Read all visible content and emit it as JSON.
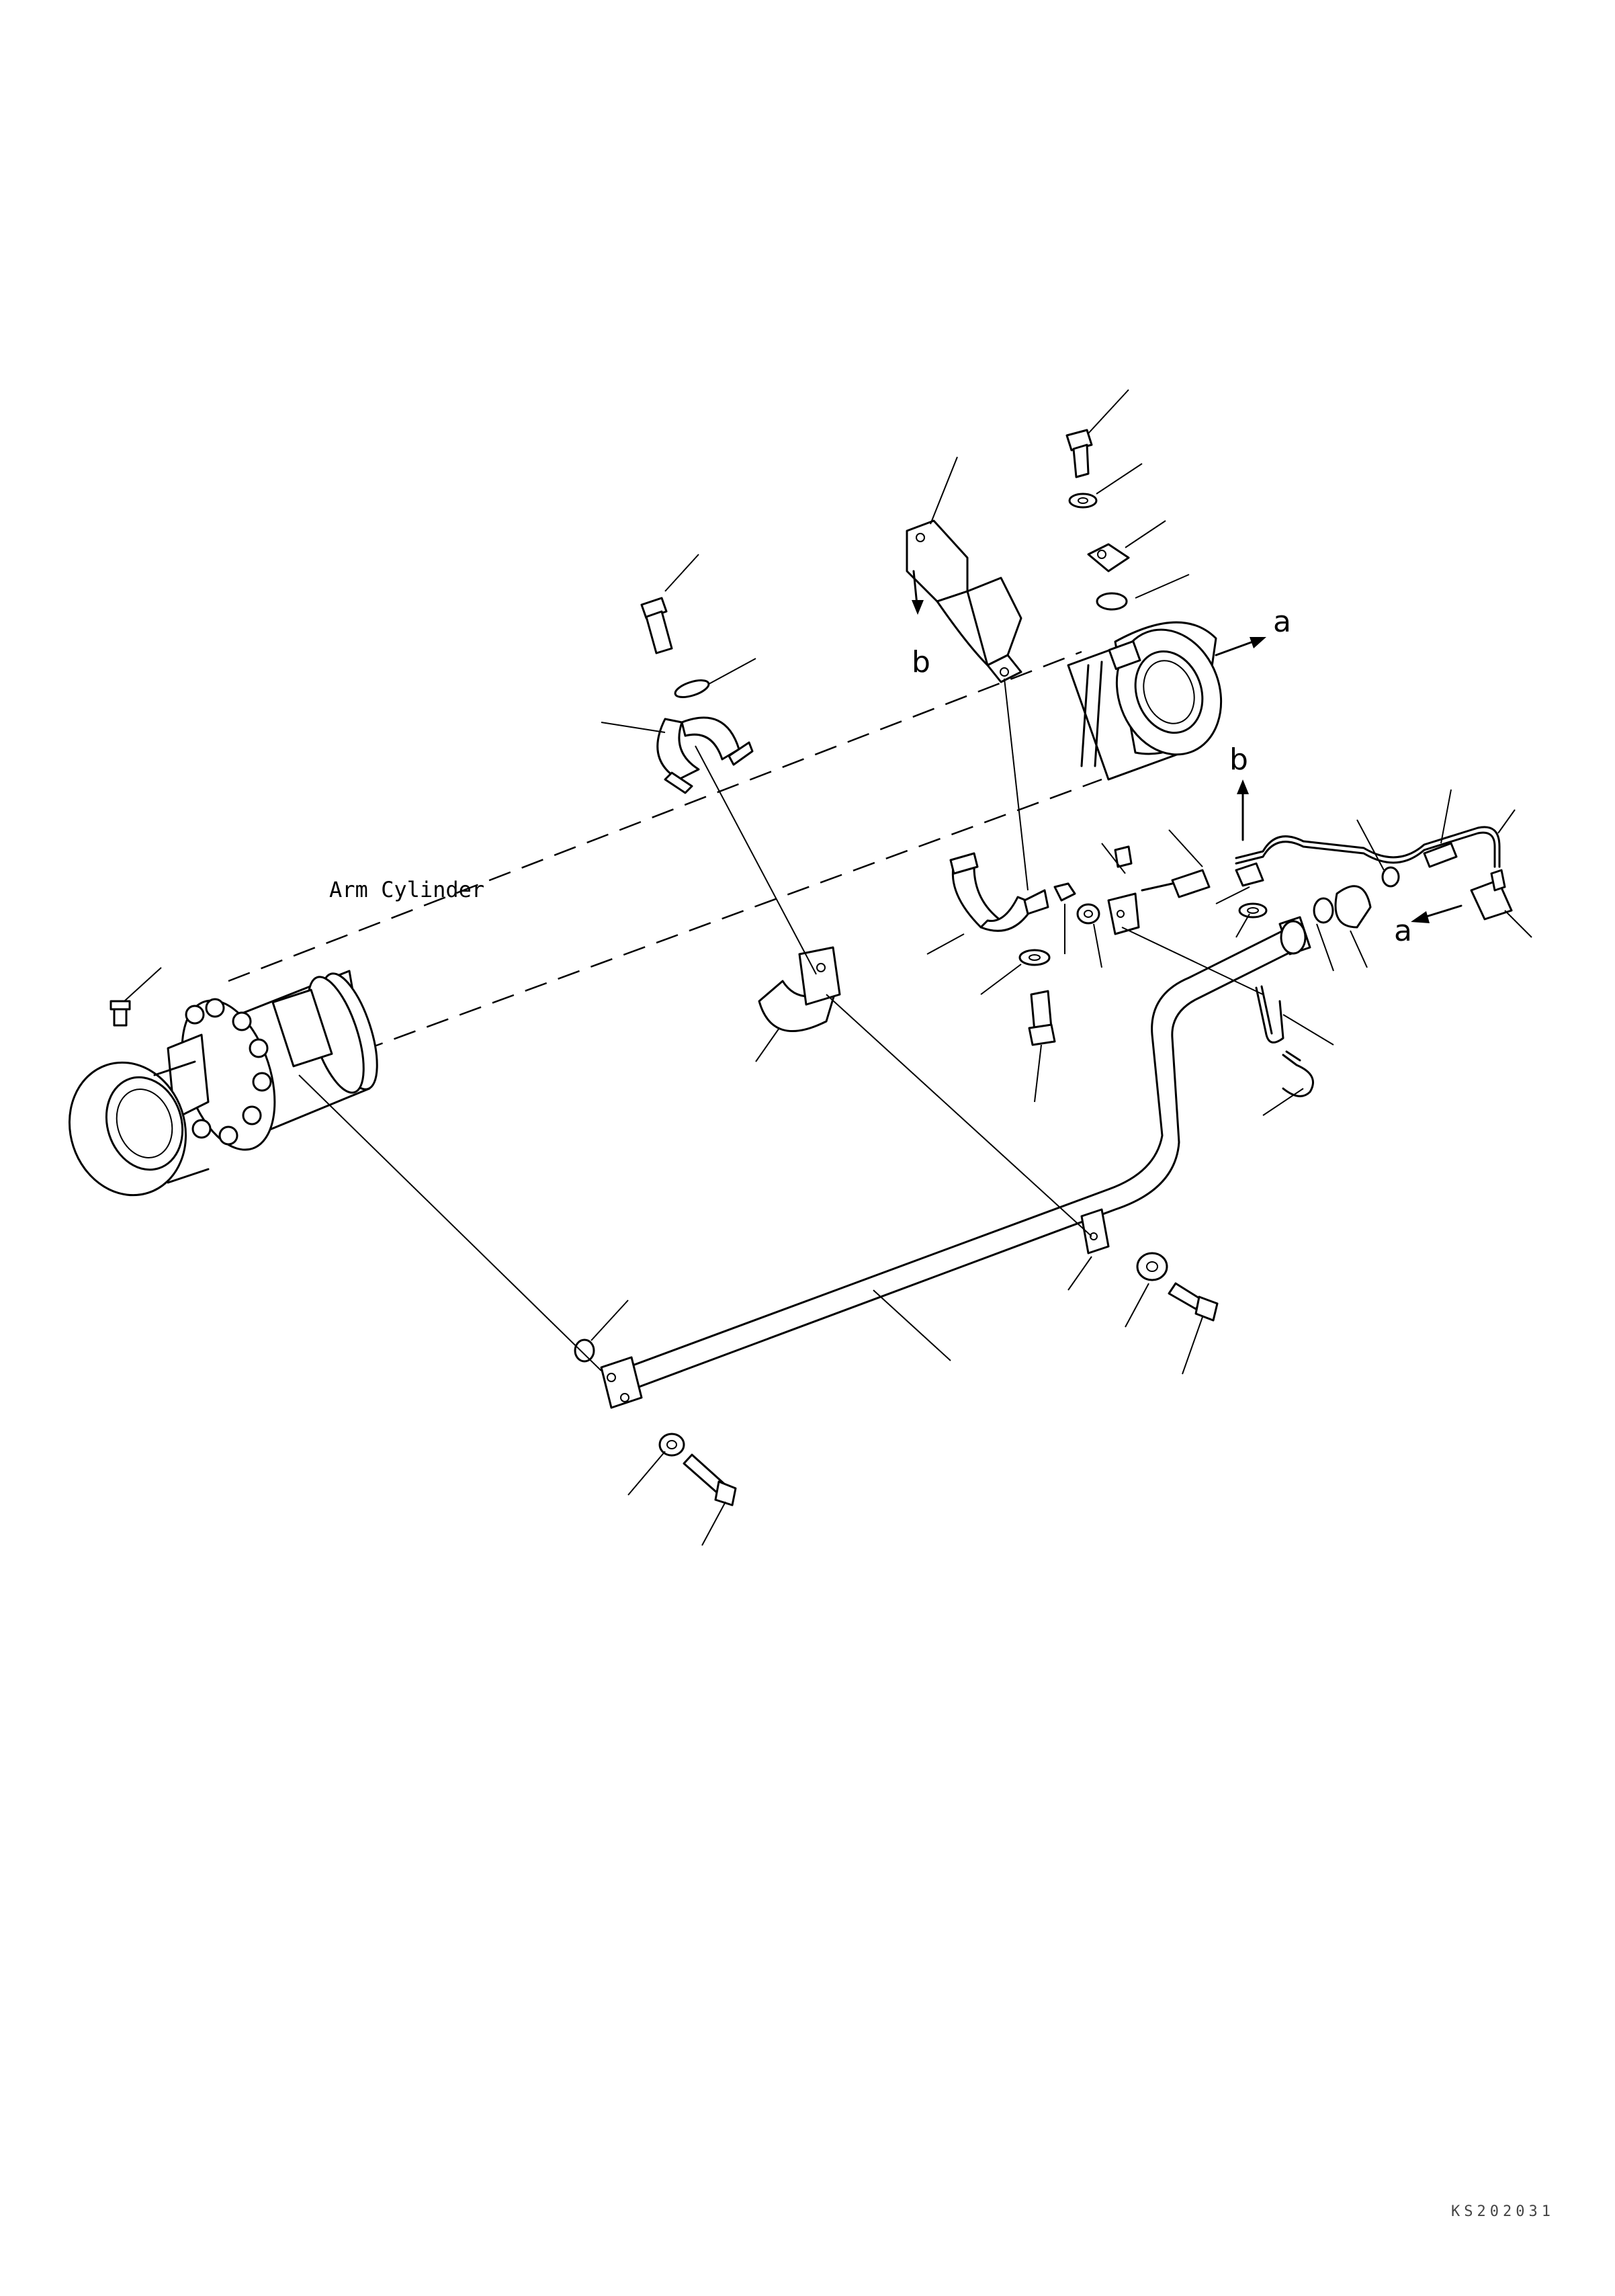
{
  "drawing": {
    "component_label": "Arm Cylinder",
    "drawing_code": "KS202031",
    "reference_markers": [
      "a",
      "b",
      "b",
      "a"
    ]
  }
}
